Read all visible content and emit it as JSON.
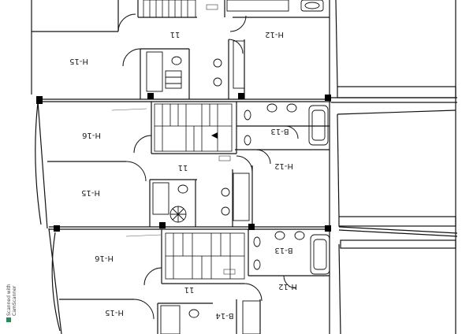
{
  "rooms": {
    "unit1": {
      "h12": "H-12",
      "r11": "11",
      "h15": "H-15"
    },
    "unit2": {
      "h12": "H-12",
      "r11": "11",
      "h15": "H-15",
      "h16": "H-16",
      "b13": "B-13"
    },
    "unit3": {
      "h12": "H-12",
      "r11": "11",
      "h15": "H-15",
      "h16": "H-16",
      "b13": "B-13",
      "b14": "B-14"
    }
  },
  "watermark": {
    "line1": "Scanned with",
    "line2": "CamScanner"
  },
  "colors": {
    "line": "#111111",
    "background": "#ffffff",
    "pillar": "#000000"
  }
}
